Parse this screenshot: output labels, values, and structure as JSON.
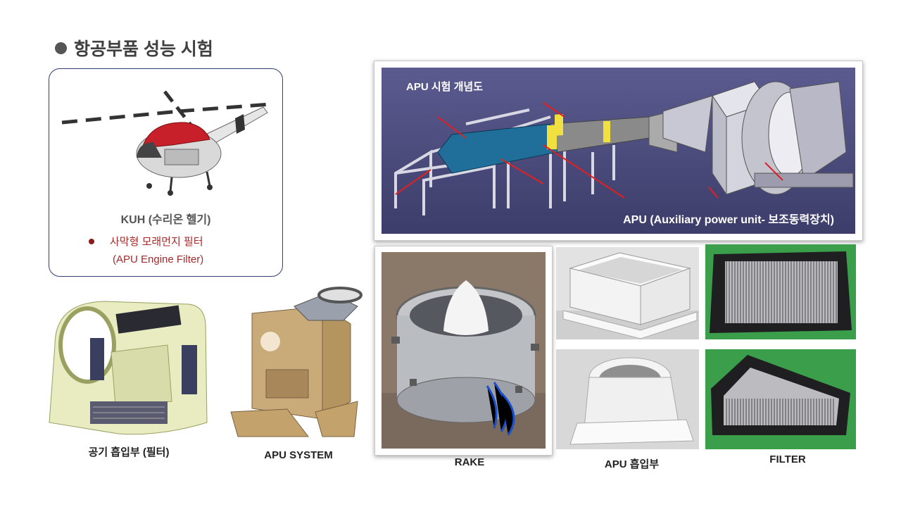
{
  "page": {
    "title": "항공부품 성능 시험"
  },
  "kuh_card": {
    "helicopter_label": "KUH (수리온 헬기)",
    "filter_name": "사막형 모래먼지 필터",
    "filter_sub": "(APU Engine Filter)"
  },
  "apu_diagram": {
    "title": "APU 시험 개념도",
    "label": "APU (Auxiliary  power unit- 보조동력장치)"
  },
  "captions": {
    "air_intake": "공기 흡입부 (필터)",
    "apu_system": "APU SYSTEM",
    "rake": "RAKE",
    "apu_intake": "APU 흡입부",
    "filter": "FILTER"
  },
  "colors": {
    "accent_dark": "#2f3f74",
    "diagram_bg": "#4a4a7c",
    "filter_text": "#a52a2a",
    "floor_green": "#3aa24c"
  }
}
